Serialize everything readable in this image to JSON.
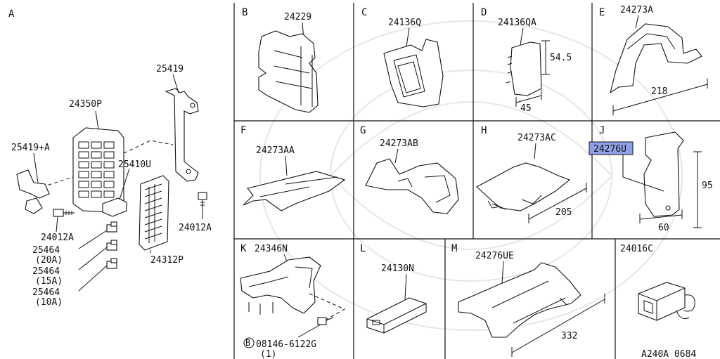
{
  "sections": {
    "A": {
      "label": "A",
      "parts": [
        "25419",
        "24350P",
        "25419+A",
        "25410U",
        "24012A",
        "24312P",
        "24012A"
      ],
      "fuses": [
        {
          "code": "25464",
          "rating": "(20A)"
        },
        {
          "code": "25464",
          "rating": "(15A)"
        },
        {
          "code": "25464",
          "rating": "(10A)"
        }
      ]
    },
    "B": {
      "label": "B",
      "part": "24229"
    },
    "C": {
      "label": "C",
      "part": "24136Q"
    },
    "D": {
      "label": "D",
      "part": "24136QA",
      "dims": [
        "54.5",
        "45"
      ]
    },
    "E": {
      "label": "E",
      "part": "24273A",
      "dims": [
        "218"
      ]
    },
    "F": {
      "label": "F",
      "part": "24273AA"
    },
    "G": {
      "label": "G",
      "part": "24273AB"
    },
    "H": {
      "label": "H",
      "part": "24273AC",
      "dims": [
        "205"
      ]
    },
    "J": {
      "label": "J",
      "part": "24276U",
      "dims": [
        "95",
        "60"
      ]
    },
    "K": {
      "label": "K",
      "part": "24346N",
      "bolt_symbol": "B",
      "bolt": "08146-6122G",
      "bolt_qty": "(1)"
    },
    "L": {
      "label": "L",
      "part": "24130N"
    },
    "M": {
      "label": "M",
      "part": "24276UE",
      "dims": [
        "332"
      ]
    },
    "N": {
      "part": "24016C"
    }
  },
  "ref_code": "A240A 0684",
  "colors": {
    "highlight": "#8fa0e6",
    "line": "#111111"
  }
}
